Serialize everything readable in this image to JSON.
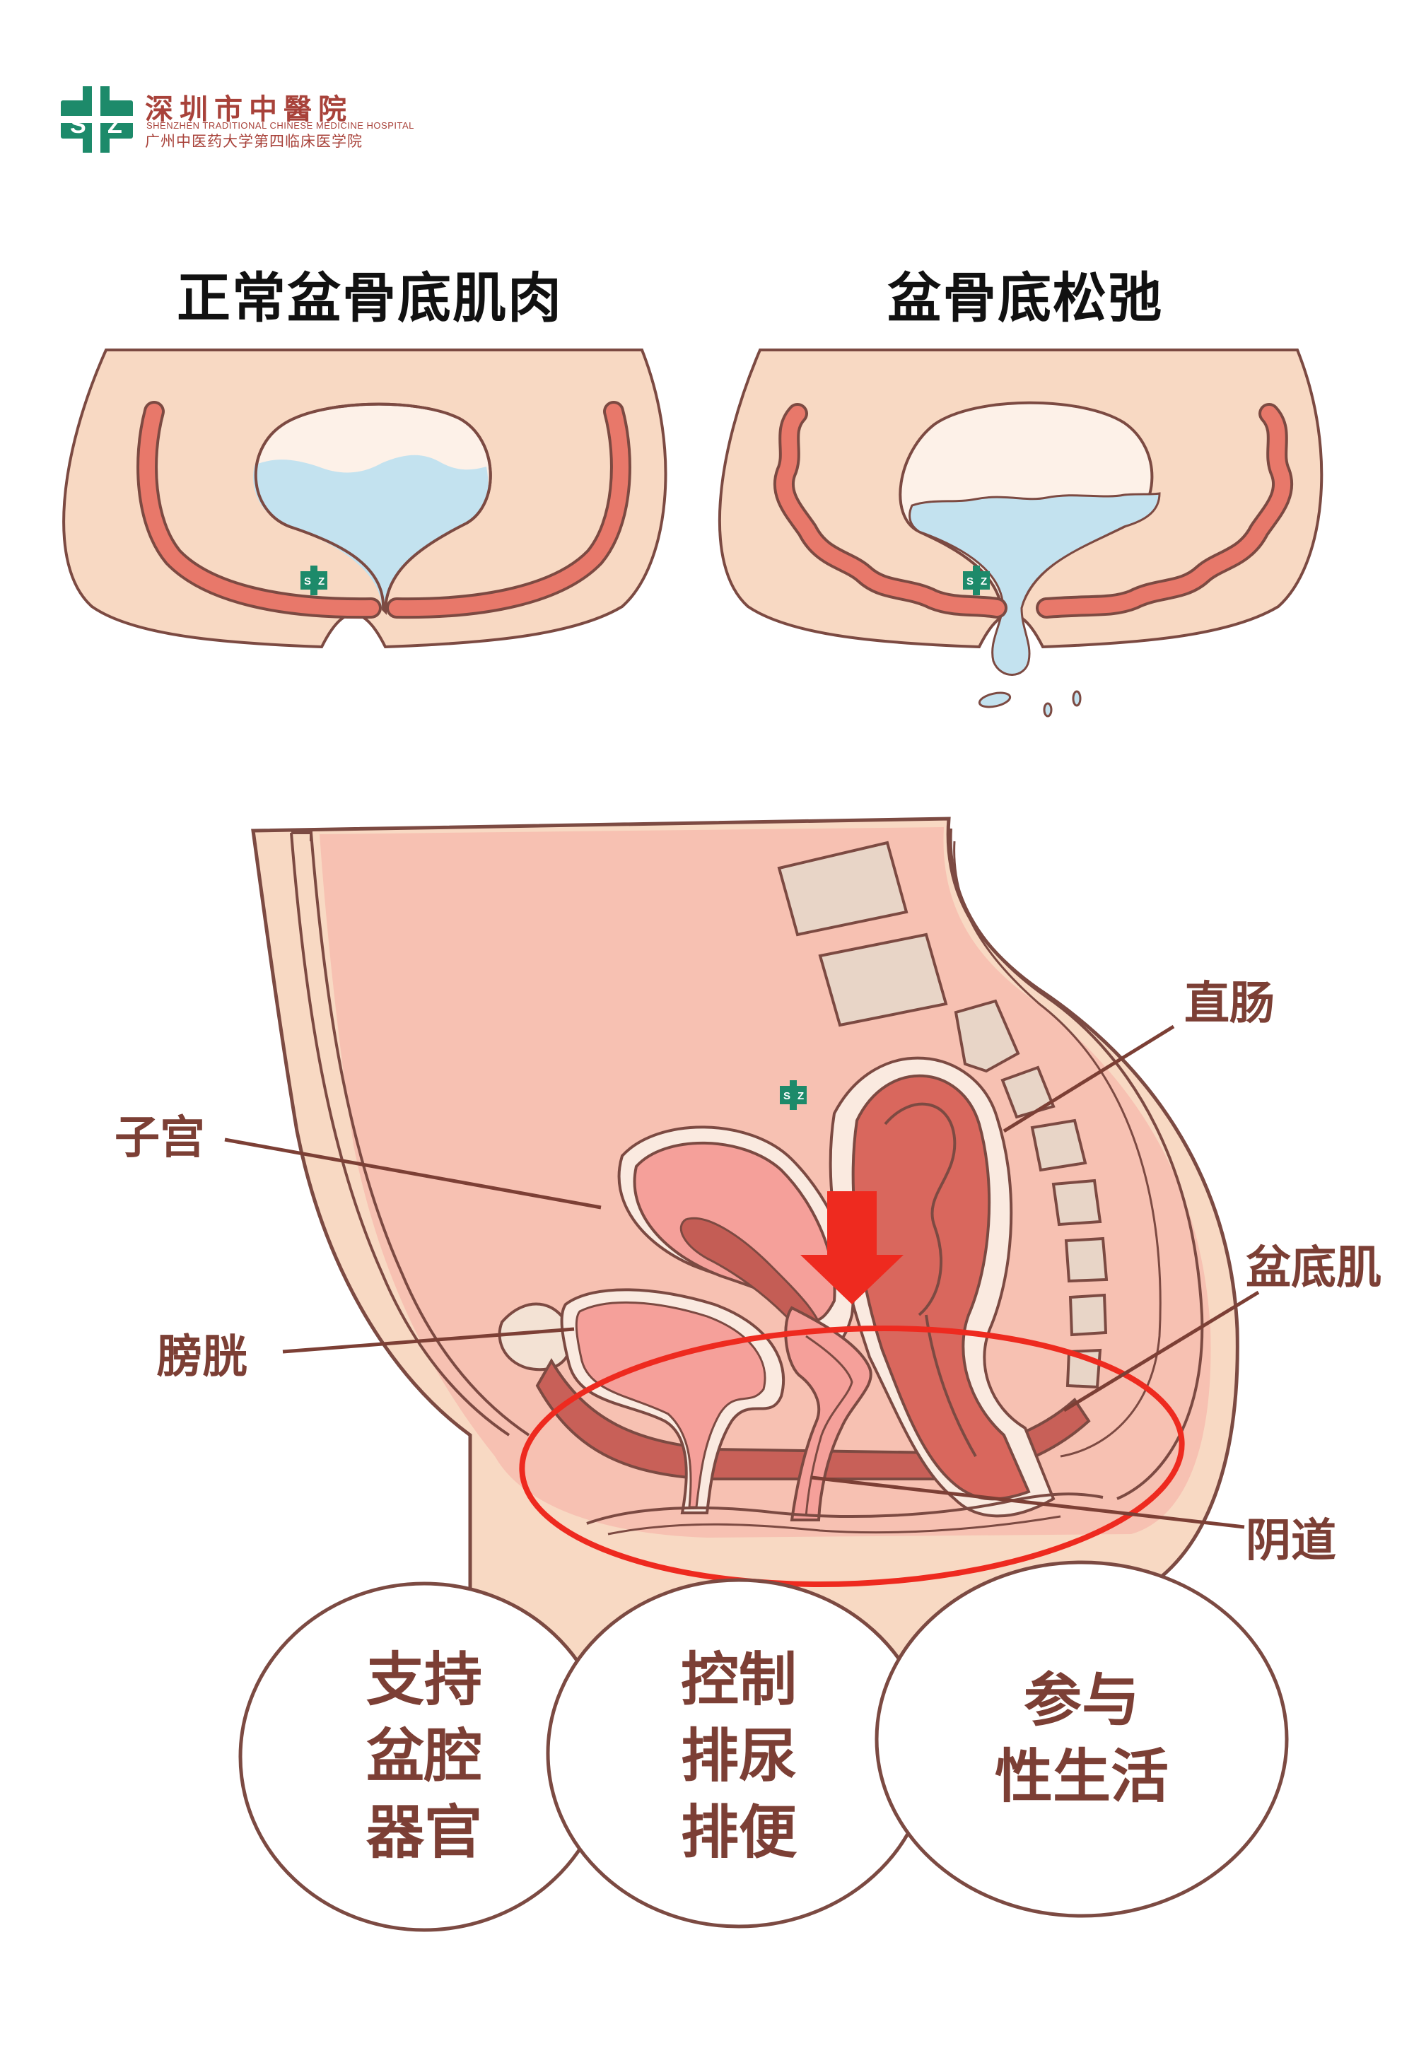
{
  "logo": {
    "name_cn": "深圳市中醫院",
    "name_en": "SHENZHEN TRADITIONAL CHINESE MEDICINE HOSPITAL",
    "affiliation": "广州中医药大学第四临床医学院",
    "mark_letters": [
      "S",
      "Z"
    ]
  },
  "panels": [
    {
      "title": "正常盆骨底肌肉"
    },
    {
      "title": "盆骨底松弛"
    }
  ],
  "labels": {
    "uterus": "子宫",
    "bladder": "膀胱",
    "rectum": "直肠",
    "pelvic_floor": "盆底肌",
    "vagina": "阴道"
  },
  "functions": [
    {
      "lines": [
        "支持",
        "盆腔",
        "器官"
      ]
    },
    {
      "lines": [
        "控制",
        "排尿",
        "排便"
      ]
    },
    {
      "lines": [
        "参与",
        "性生活"
      ]
    }
  ],
  "colors": {
    "brand_green": "#1d8a6a",
    "brand_red": "#a8423a",
    "muscle": "#e8786a",
    "urine": "#c3e2ef",
    "skin": "#f8d9c3",
    "outline": "#7c4a42",
    "highlight": "#ee2a1f",
    "label_text": "#7c3f35"
  }
}
